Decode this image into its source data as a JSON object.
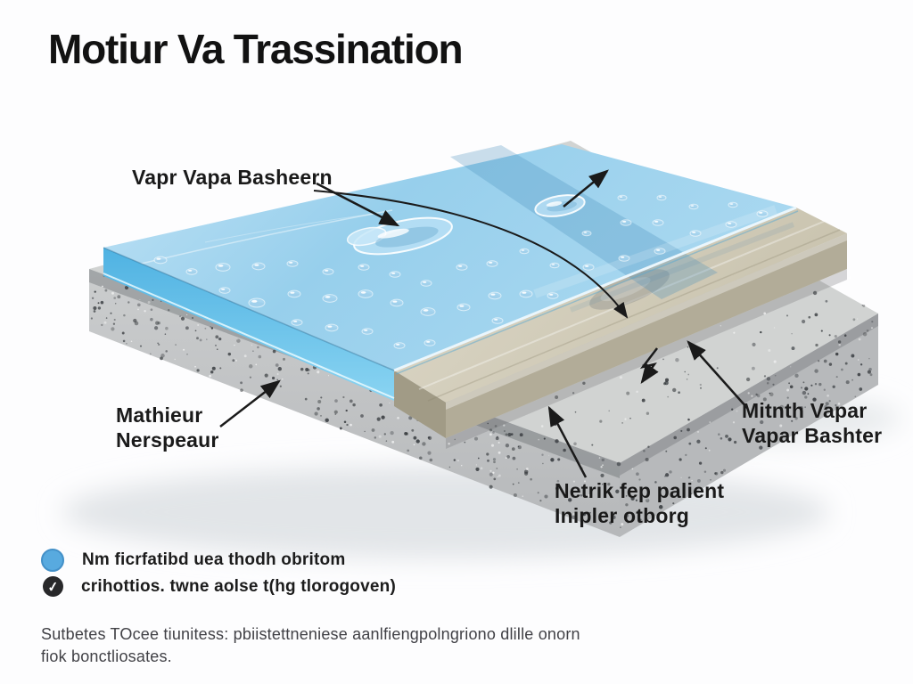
{
  "title": "Motiur Va Trassination",
  "diagram": {
    "label_top": "Vapr Vapa Basheern",
    "label_left": [
      "Mathieur",
      "Nerspeaur"
    ],
    "label_right": [
      "Mitnth Vapar",
      "Vapar Bashter"
    ],
    "label_bottom": [
      "Netrik fep palient",
      "Inipler otborg"
    ],
    "layers": {
      "vapor_barrier_color": "#8ecbe9",
      "underlayment_color": "#cfc9b5",
      "concrete_color": "#c6c8ca"
    }
  },
  "legend": {
    "items": [
      {
        "icon": "blue-dot",
        "color": "#58aadf",
        "label": "Nm ficrfatibd uea thodh obritom"
      },
      {
        "icon": "check-circle",
        "color": "#28282a",
        "check_glyph": "✓",
        "label": "crihottios. twne aolse t(hg tlorogoven)"
      }
    ]
  },
  "caption": [
    "Sutbetes TOcee tiunitess: pbiistettneniese aanlfiengpolngriono dlille onorn",
    "fiok bonctliosates."
  ]
}
